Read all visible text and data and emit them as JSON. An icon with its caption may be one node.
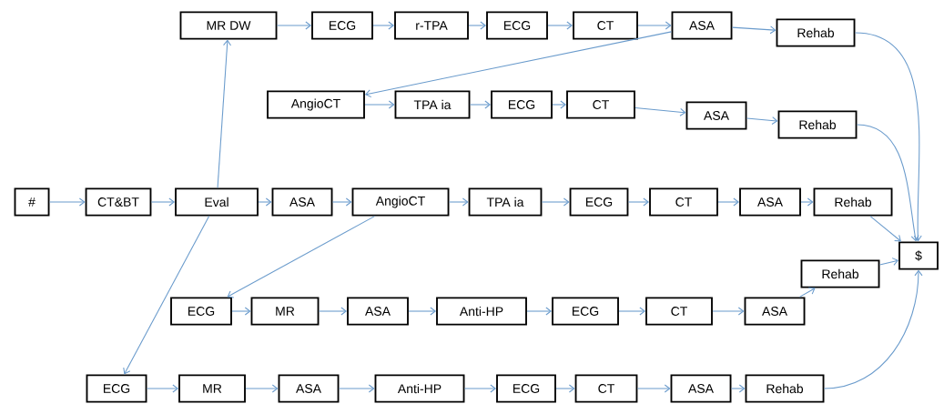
{
  "diagram": {
    "nodes": [
      {
        "text": [
          "MR DW"
        ]
      },
      {
        "text": [
          "ECG"
        ]
      },
      {
        "text": [
          "r-TPA"
        ]
      },
      {
        "text": [
          "ECG"
        ]
      },
      {
        "text": [
          "CT"
        ]
      },
      {
        "text": [
          "ASA"
        ]
      },
      {
        "text": [
          "Rehab"
        ]
      },
      {
        "text": [
          "AngioCT"
        ]
      },
      {
        "text": [
          "TPA ia"
        ]
      },
      {
        "text": [
          "ECG"
        ]
      },
      {
        "text": [
          "CT"
        ]
      },
      {
        "text": [
          "ASA"
        ]
      },
      {
        "text": [
          "Rehab"
        ]
      },
      {
        "text": [
          "#"
        ]
      },
      {
        "text": [
          "CT&BT"
        ]
      },
      {
        "text": [
          "Eval"
        ]
      },
      {
        "text": [
          "ASA"
        ]
      },
      {
        "text": [
          "AngioCT"
        ]
      },
      {
        "text": [
          "TPA ia"
        ]
      },
      {
        "text": [
          "ECG"
        ]
      },
      {
        "text": [
          "CT"
        ]
      },
      {
        "text": [
          "ASA"
        ]
      },
      {
        "text": [
          "Rehab"
        ]
      },
      {
        "text": [
          "$"
        ]
      },
      {
        "text": [
          "Rehab"
        ]
      },
      {
        "text": [
          "ECG"
        ]
      },
      {
        "text": [
          "MR"
        ]
      },
      {
        "text": [
          "ASA"
        ]
      },
      {
        "text": [
          "Anti-HP"
        ]
      },
      {
        "text": [
          "ECG"
        ]
      },
      {
        "text": [
          "CT"
        ]
      },
      {
        "text": [
          "ASA"
        ]
      },
      {
        "text": [
          "ECG"
        ]
      },
      {
        "text": [
          "MR"
        ]
      },
      {
        "text": [
          "ASA"
        ]
      },
      {
        "text": [
          "Anti-HP"
        ]
      },
      {
        "text": [
          "ECG"
        ]
      },
      {
        "text": [
          "CT"
        ]
      },
      {
        "text": [
          "ASA"
        ]
      },
      {
        "text": [
          "Rehab"
        ]
      }
    ],
    "edges": [
      {
        "from": 0,
        "to": 1,
        "arrow": "to"
      },
      {
        "from": 1,
        "to": 2,
        "arrow": "to"
      },
      {
        "from": 2,
        "to": 3,
        "arrow": "to"
      },
      {
        "from": 3,
        "to": 4,
        "arrow": "to"
      },
      {
        "from": 4,
        "to": 5,
        "arrow": "to"
      },
      {
        "from": 5,
        "to": 6,
        "arrow": "to"
      },
      {
        "from": 5,
        "to": 7,
        "arrow": "to"
      },
      {
        "from": 7,
        "to": 8,
        "arrow": "to"
      },
      {
        "from": 8,
        "to": 9,
        "arrow": "to"
      },
      {
        "from": 9,
        "to": 10,
        "arrow": "to"
      },
      {
        "from": 10,
        "to": 11,
        "arrow": "to"
      },
      {
        "from": 11,
        "to": 12,
        "arrow": "to"
      },
      {
        "from": 13,
        "to": 14,
        "arrow": "to"
      },
      {
        "from": 14,
        "to": 15,
        "arrow": "to"
      },
      {
        "from": 15,
        "to": 16,
        "arrow": "to"
      },
      {
        "from": 16,
        "to": 17,
        "arrow": "to"
      },
      {
        "from": 17,
        "to": 18,
        "arrow": "to"
      },
      {
        "from": 18,
        "to": 19,
        "arrow": "to"
      },
      {
        "from": 19,
        "to": 20,
        "arrow": "to"
      },
      {
        "from": 20,
        "to": 21,
        "arrow": "to"
      },
      {
        "from": 21,
        "to": 22,
        "arrow": "to"
      },
      {
        "from": 15,
        "to": 0,
        "arrow": "to"
      },
      {
        "from": 15,
        "to": 32,
        "arrow": "to"
      },
      {
        "from": 17,
        "to": 25,
        "arrow": "to"
      },
      {
        "from": 25,
        "to": 26,
        "arrow": "to"
      },
      {
        "from": 26,
        "to": 27,
        "arrow": "to"
      },
      {
        "from": 27,
        "to": 28,
        "arrow": "to"
      },
      {
        "from": 28,
        "to": 29,
        "arrow": "to"
      },
      {
        "from": 29,
        "to": 30,
        "arrow": "to"
      },
      {
        "from": 30,
        "to": 31,
        "arrow": "to"
      },
      {
        "from": 31,
        "to": 24,
        "arrow": "to"
      },
      {
        "from": 32,
        "to": 33,
        "arrow": "to"
      },
      {
        "from": 33,
        "to": 34,
        "arrow": "to"
      },
      {
        "from": 34,
        "to": 35,
        "arrow": "to"
      },
      {
        "from": 35,
        "to": 36,
        "arrow": "to"
      },
      {
        "from": 36,
        "to": 37,
        "arrow": "to"
      },
      {
        "from": 37,
        "to": 38,
        "arrow": "to"
      },
      {
        "from": 38,
        "to": 39,
        "arrow": "to"
      },
      {
        "from": 6,
        "to": 23,
        "arrow": "to"
      },
      {
        "from": 12,
        "to": 23,
        "arrow": "to"
      },
      {
        "from": 22,
        "to": 23,
        "arrow": "to"
      },
      {
        "from": 24,
        "to": 23,
        "arrow": "to"
      },
      {
        "from": 39,
        "to": 23,
        "arrow": "to"
      }
    ]
  }
}
